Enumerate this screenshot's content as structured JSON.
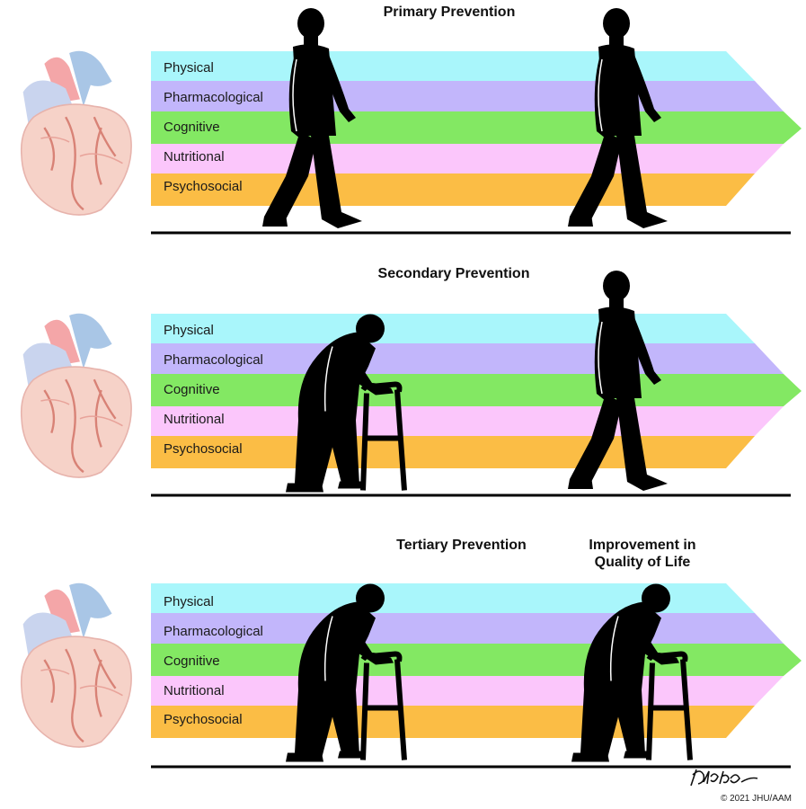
{
  "band_colors": [
    "#a9f6fb",
    "#c2b6fb",
    "#83e863",
    "#fbc6fb",
    "#fbbd45"
  ],
  "panels": [
    {
      "id": "primary",
      "titles": [
        "Primary Prevention"
      ],
      "bands": [
        "Physical",
        "Pharmacological",
        "Cognitive",
        "Nutritional",
        "Psychosocial"
      ],
      "figures": [
        "walking-man-silhouette",
        "walking-man-silhouette"
      ]
    },
    {
      "id": "secondary",
      "titles": [
        "Secondary Prevention"
      ],
      "bands": [
        "Physical",
        "Pharmacological",
        "Cognitive",
        "Nutritional",
        "Psychosocial"
      ],
      "figures": [
        "elderly-walker-silhouette",
        "walking-man-silhouette"
      ]
    },
    {
      "id": "tertiary",
      "titles": [
        "Tertiary Prevention",
        "Improvement in Quality of Life"
      ],
      "bands": [
        "Physical",
        "Pharmacological",
        "Cognitive",
        "Nutritional",
        "Psychosocial"
      ],
      "figures": [
        "elderly-walker-silhouette",
        "elderly-walker-silhouette"
      ]
    }
  ],
  "footer": {
    "copyright": "© 2021 JHU/AAM"
  }
}
